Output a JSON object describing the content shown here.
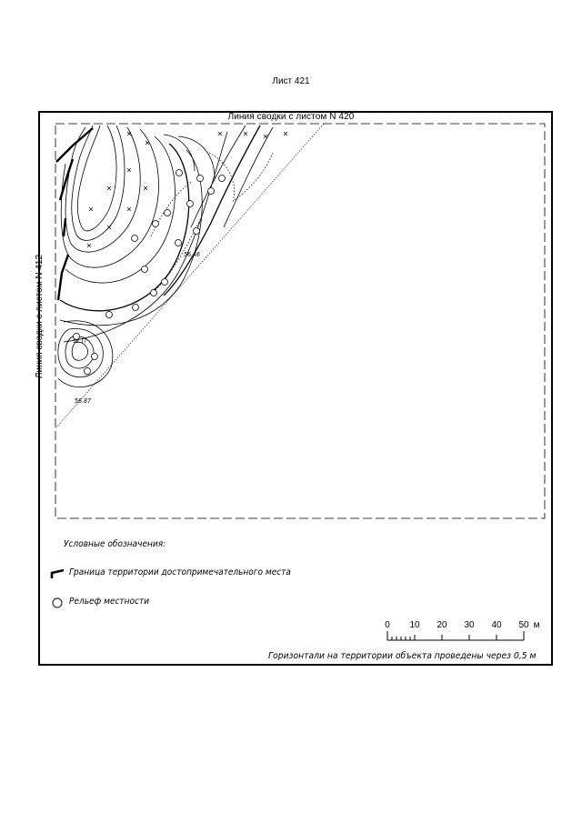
{
  "sheet": {
    "title": "Лист 421"
  },
  "labels": {
    "top": "Линия сводки с листом N 420",
    "left": "Линия сводки с листом N 412"
  },
  "spot_heights": [
    "56.46",
    "56.87",
    "58.17"
  ],
  "legend": {
    "title": "Условные обозначения:",
    "items": [
      {
        "icon": "boundary-corner-icon",
        "label": "Граница территории достопримечательного места"
      },
      {
        "icon": "relief-circle-icon",
        "label": "Рельеф местности"
      }
    ]
  },
  "scale": {
    "ticks": [
      "0",
      "10",
      "20",
      "30",
      "40",
      "50"
    ],
    "unit": "м"
  },
  "note": "Горизонтали на территории объекта проведены через 0,5 м"
}
